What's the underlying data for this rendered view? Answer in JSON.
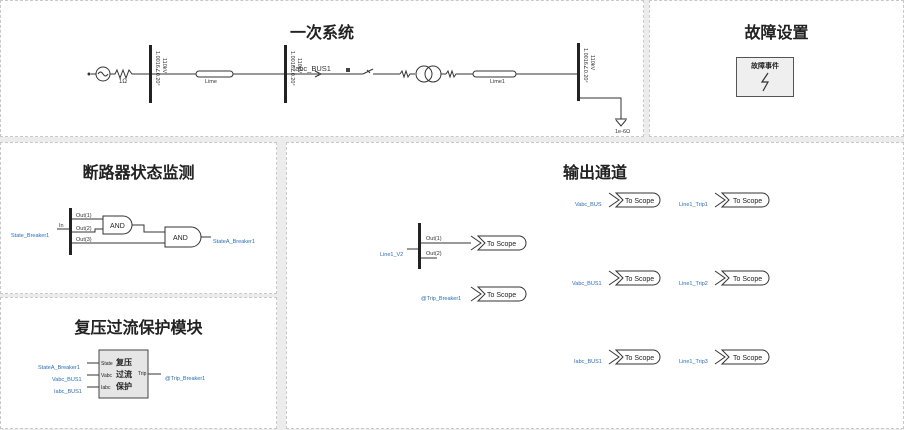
{
  "panels": {
    "primary": {
      "title": "一次系统"
    },
    "fault": {
      "title": "故障设置",
      "block_label": "故障事件"
    },
    "breaker": {
      "title": "断路器状态监测"
    },
    "output": {
      "title": "输出通道"
    },
    "protection": {
      "title": "复压过流保护模块"
    }
  },
  "primary": {
    "source_label": "1Ω",
    "bus1_label": "1.0016∠0.20°",
    "bus1_volt": "110kV",
    "line_label": "Lime",
    "bus2_label": "1.0016∠0.20°",
    "bus2_volt": "110kV",
    "meter_label": "Iabc_BUS1",
    "line1_label": "Lime1",
    "bus3_label": "1.0016∠0.20°",
    "bus3_volt": "110kV",
    "ground_label": "1e-6Ω"
  },
  "breaker": {
    "input": "State_Breaker1",
    "in_port": "In",
    "out1": "Out(1)",
    "out2": "Out(2)",
    "out3": "Out(3)",
    "gate1": "AND",
    "gate2": "AND",
    "output": "StateA_Breaker1"
  },
  "output": {
    "bus_input": "Line1_V2",
    "out1": "Out(1)",
    "out2": "Out(2)",
    "scope_label": "To Scope",
    "trip_breaker": "@Trip_Breaker1",
    "signals": [
      "Vabc_BUS",
      "Line1_Trip1",
      "Vabc_BUS1",
      "Line1_Trip2",
      "Iabc_BUS1",
      "Line1_Trip3"
    ]
  },
  "protection": {
    "inputs": [
      "StateA_Breaker1",
      "Vabc_BUS1",
      "Iabc_BUS1"
    ],
    "ports": [
      "State",
      "Vabc",
      "Iabc"
    ],
    "block_text": [
      "复压",
      "过流",
      "保护"
    ],
    "out_port": "Trip",
    "output": "@Trip_Breaker1"
  }
}
